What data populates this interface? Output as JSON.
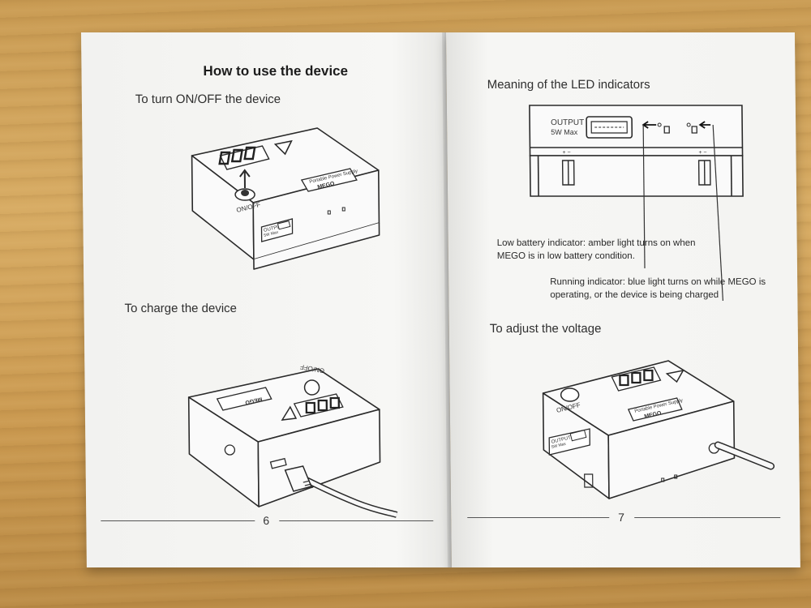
{
  "left_page": {
    "title": "How to use the device",
    "section_onoff": "To turn ON/OFF the device",
    "section_charge": "To charge the device",
    "page_number": "6",
    "device_labels": {
      "onoff_switch": "ON/OFF",
      "output_port": "OUTPUT\n5W Max",
      "brand_plate": "Portable Power Supply\nMEGO"
    }
  },
  "right_page": {
    "section_led": "Meaning of the LED indicators",
    "led_output_label_line1": "OUTPUT",
    "led_output_label_line2": "5W Max",
    "low_battery_text": "Low battery indicator: amber light turns on when MEGO is in low battery condition.",
    "running_text": "Running indicator: blue light turns on while MEGO is operating, or the device is being charged",
    "section_voltage": "To adjust the voltage",
    "page_number": "7",
    "device_labels": {
      "onoff_switch": "ON/OFF",
      "output_port": "OUTPUT\n5W Max",
      "brand_plate": "Portable Power Supply\nMEGO"
    }
  }
}
